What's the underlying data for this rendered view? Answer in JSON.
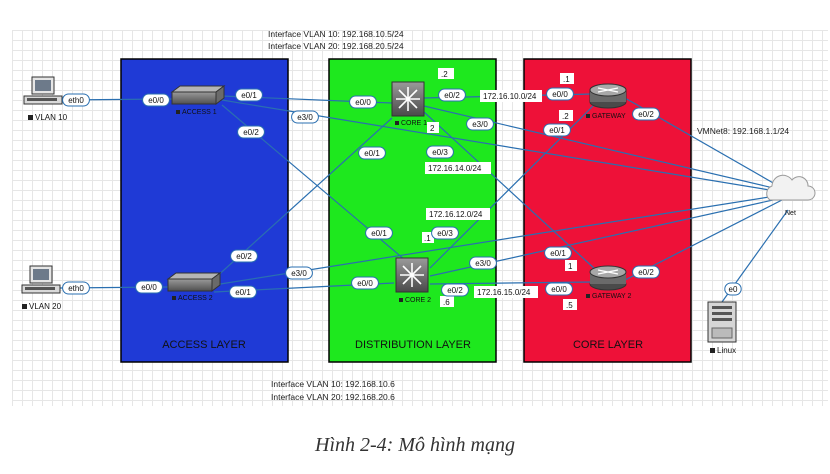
{
  "layers": {
    "access": {
      "title": "ACCESS LAYER",
      "color": "#1f3ad6"
    },
    "distribution": {
      "title": "DISTRIBUTION LAYER",
      "color": "#1ee81e"
    },
    "core": {
      "title": "CORE LAYER",
      "color": "#ee1138"
    }
  },
  "notes": {
    "top_line1": "Interface VLAN 10: 192.168.10.5/24",
    "top_line2": "Interface VLAN 20: 192.168.20.5/24",
    "bottom_line1": "Interface VLAN 10: 192.168.10.6",
    "bottom_line2": "Interface VLAN 20: 192.168.20.6",
    "vmnet": "VMNet8: 192.168.1.1/24"
  },
  "devices": {
    "pc1": "VLAN 10",
    "pc2": "VLAN 20",
    "access1": "ACCESS 1",
    "access2": "ACCESS 2",
    "core1": "CORE 1",
    "core2": "CORE 2",
    "gateway1": "GATEWAY",
    "gateway2": "GATEWAY 2",
    "net": "Net",
    "linux": "Linux"
  },
  "subnets": {
    "s1": "172.16.10.0/24",
    "s2": "172.16.14.0/24",
    "s3": "172.16.12.0/24",
    "s4": "172.16.15.0/24"
  },
  "hosts": {
    "c1_2": ".2",
    "g1_1": ".1",
    "g1_2": ".2",
    "c1_n2": "2",
    "c2_1": ".1",
    "g2_1": "1",
    "c2_6": ".6",
    "g2_5": ".5"
  },
  "interfaces": {
    "pc1_eth0": "eth0",
    "pc2_eth0": "eth0",
    "a1_e00": "e0/0",
    "a1_e01": "e0/1",
    "a1_e02": "e0/2",
    "a1_e30": "e3/0",
    "a2_e00": "e0/0",
    "a2_e01": "e0/1",
    "a2_e02": "e0/2",
    "a2_e30": "e3/0",
    "c1_e00": "e0/0",
    "c1_e01": "e0/1",
    "c1_e02": "e0/2",
    "c1_e03": "e0/3",
    "c1_e30": "e3/0",
    "c2_e00": "e0/0",
    "c2_e01": "e0/1",
    "c2_e02": "e0/2",
    "c2_e03": "e0/3",
    "c2_e30": "e3/0",
    "g1_e00": "e0/0",
    "g1_e01": "e0/1",
    "g1_e02": "e0/2",
    "g2_e00": "e0/0",
    "g2_e01": "e0/1",
    "g2_e02": "e0/2",
    "linux_e0": "e0"
  },
  "caption": "Hình 2-4: Mô hình mạng",
  "colors": {
    "link": "#2a6fb0",
    "label_border": "#2a6fb0",
    "background": "#ffffff"
  }
}
